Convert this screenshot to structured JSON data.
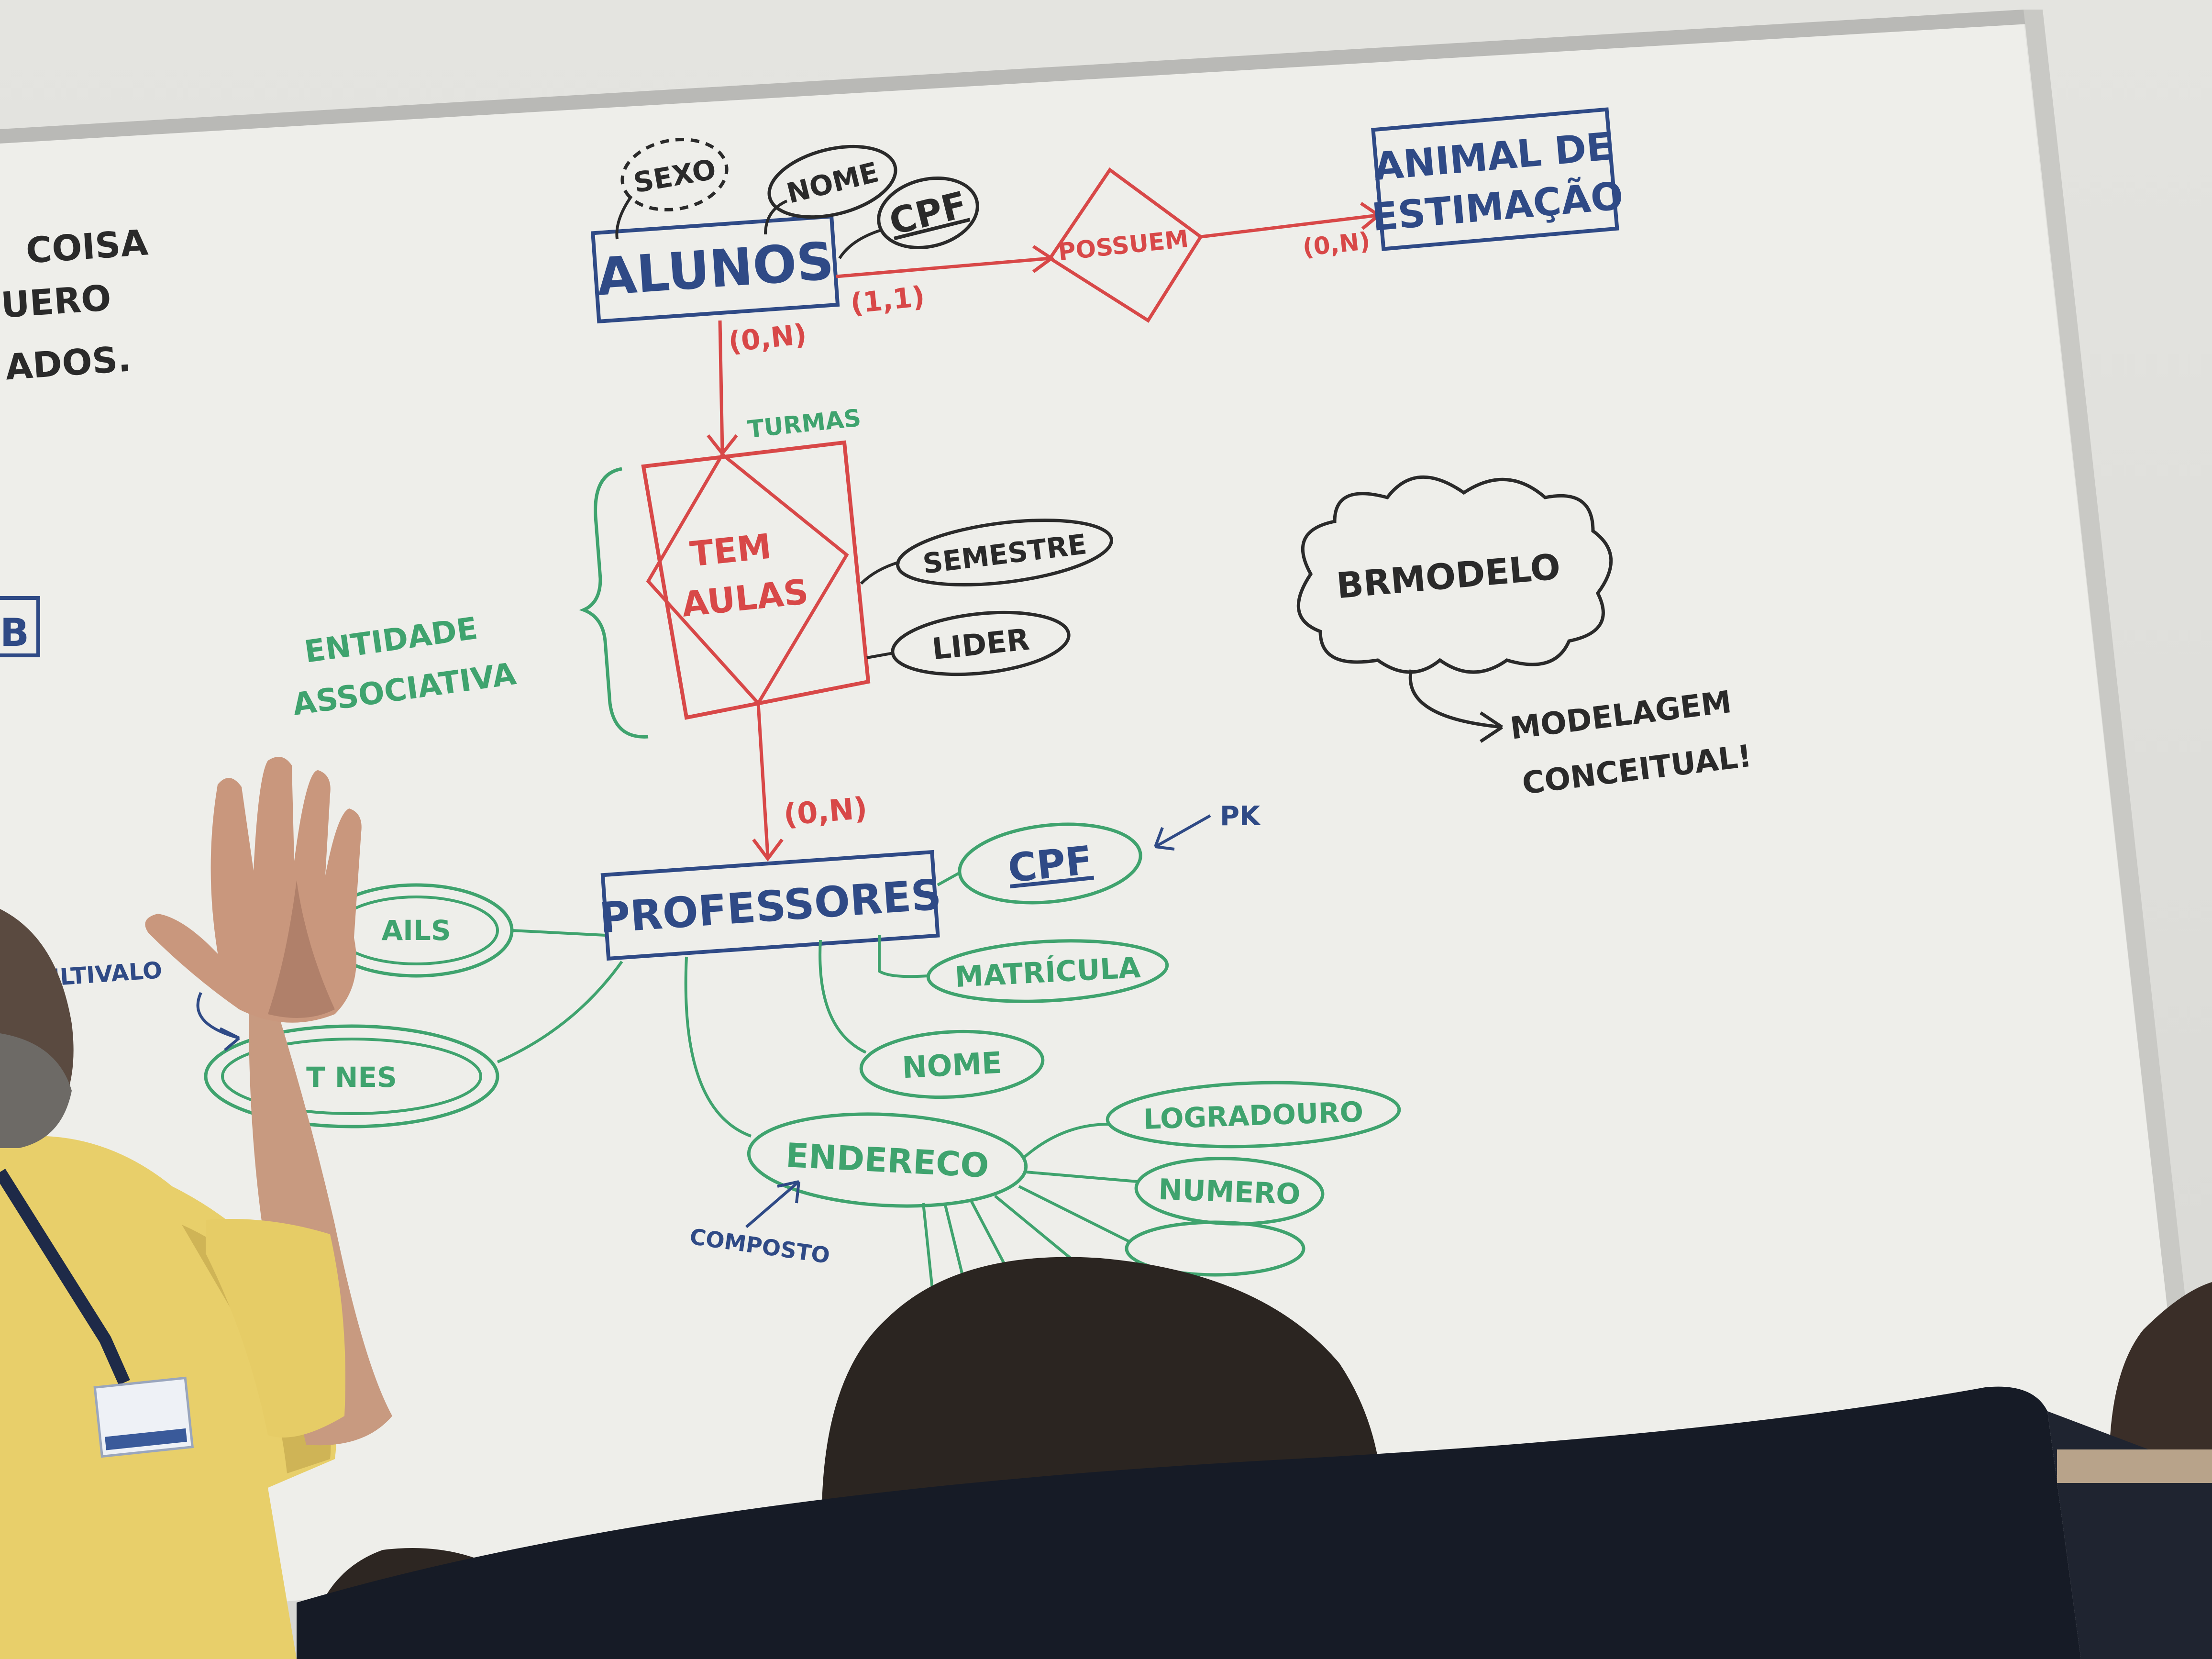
{
  "colors": {
    "board": "#eeeeea",
    "blue": "#2f4a86",
    "red": "#d84848",
    "green": "#3fa36e",
    "black": "#2a2a2a",
    "shirt": "#e8cf6a"
  },
  "left_notes": {
    "line1": "COISA",
    "line2": "UERO",
    "line3": "ADOS."
  },
  "entities": {
    "alunos": "ALUNOS",
    "animal_line1": "ANIMAL DE",
    "animal_line2": "ESTIMAÇÃO",
    "professores": "PROFESSORES"
  },
  "relationships": {
    "possuem": "POSSUEM",
    "tem_line1": "TEM",
    "tem_line2": "AULAS"
  },
  "cardinalities": {
    "alunos_possuem": "(1,1)",
    "possuem_animal": "(0,N)",
    "alunos_tem": "(0,N)",
    "tem_professores": "(0,N)"
  },
  "attributes": {
    "sexo": "SEXO",
    "nome_aluno": "NOME",
    "cpf_aluno": "CPF",
    "semestre": "SEMESTRE",
    "lider": "LIDER",
    "cpf_prof": "CPF",
    "matricula": "MATRÍCULA",
    "nome_prof": "NOME",
    "endereco": "ENDERECO",
    "logradouro": "LOGRADOURO",
    "numero": "NUMERO",
    "partial_left_top": "AILS",
    "partial_left_bottom": "T    NES"
  },
  "annotations": {
    "turmas": "TURMAS",
    "entidade_line1": "ENTIDADE",
    "entidade_line2": "ASSOCIATIVA",
    "pk": "PK",
    "multivalorado": "MULTIVALO",
    "composto": "COMPOSTO",
    "brmodelo": "BRMODELO",
    "modelagem_line1": "MODELAGEM",
    "modelagem_line2": "CONCEITUAL!",
    "left_box": "B"
  }
}
